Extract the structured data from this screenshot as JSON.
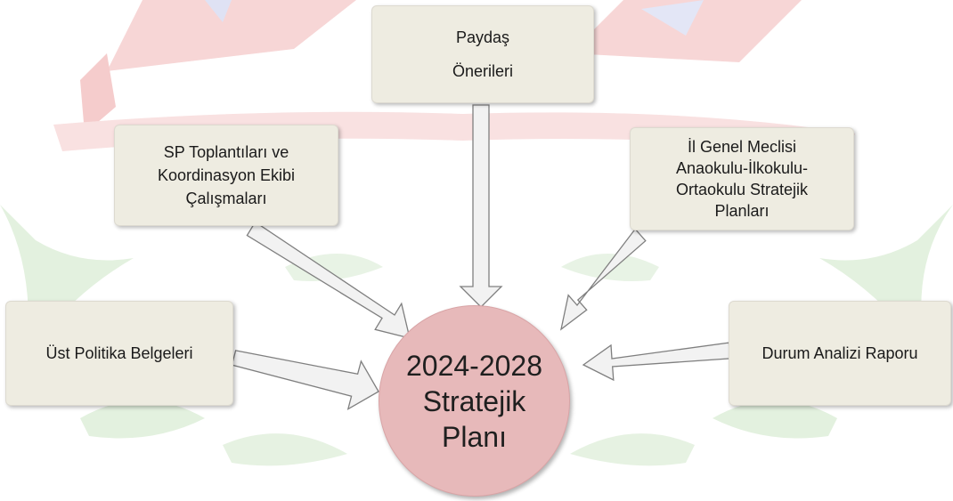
{
  "diagram": {
    "center": {
      "label": "2024-2028\nStratejik\nPlanı"
    },
    "inputs": [
      {
        "id": "paydas",
        "label": "Paydaş\nÖnerileri"
      },
      {
        "id": "sp",
        "label": "SP Toplantıları ve\nKoordinasyon Ekibi\nÇalışmaları"
      },
      {
        "id": "il",
        "label": "İl Genel Meclisi\nAnaokulu-İlkokulu-\nOrtaokulu Stratejik\nPlanları"
      },
      {
        "id": "ust",
        "label": "Üst Politika Belgeleri"
      },
      {
        "id": "durum",
        "label": "Durum Analizi Raporu"
      }
    ]
  },
  "colors": {
    "box_fill": "#eeece1",
    "center_fill": "#e7b9ba",
    "arrow_fill": "#f2f2f2",
    "arrow_stroke": "#7f7f7f",
    "watermark_red": "#f3c2c2",
    "watermark_green": "#d6ecd2",
    "watermark_blue": "#c9cdee"
  },
  "background": {
    "watermark": "school-emblem-watermark"
  }
}
